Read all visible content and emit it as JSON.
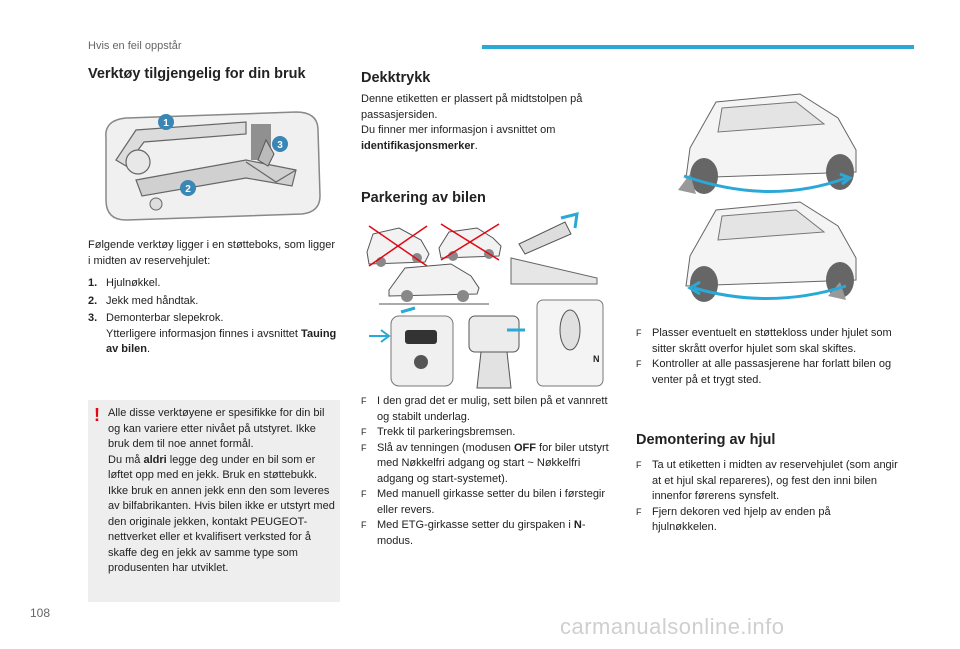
{
  "header": {
    "section_title": "Hvis en feil oppstår"
  },
  "left": {
    "title": "Verktøy tilgjengelig for din bruk",
    "callouts": [
      "1",
      "2",
      "3"
    ],
    "intro": "Følgende verktøy ligger i en støtteboks, som ligger i midten av reservehjulet:",
    "items": [
      {
        "num": "1.",
        "text": "Hjulnøkkel."
      },
      {
        "num": "2.",
        "text": "Jekk med håndtak."
      },
      {
        "num": "3.",
        "text": "Demonterbar slepekrok.",
        "more_prefix": "Ytterligere informasjon finnes i avsnittet ",
        "more_bold": "Tauing av bilen",
        "more_suffix": "."
      }
    ],
    "warning": {
      "icon": "exclamation-icon",
      "line1": "Alle disse verktøyene er spesifikke for din bil og kan variere etter nivået på utstyret. Ikke bruk dem til noe annet formål.",
      "line2_pre": "Du må ",
      "line2_bold": "aldri",
      "line2_post": " legge deg under en bil som er løftet opp med en jekk. Bruk en støttebukk.",
      "line3": "Ikke bruk en annen jekk enn den som leveres av bilfabrikanten. Hvis bilen ikke er utstyrt med den originale jekken, kontakt PEUGEOT-nettverket eller et kvalifisert verksted for å skaffe deg en jekk av samme type som produsenten har utviklet."
    }
  },
  "middle": {
    "title_pressure": "Dekktrykk",
    "pressure_text": "Denne etiketten er plassert på midtstolpen på passasjersiden.",
    "pressure_more": "Du finner mer informasjon i avsnittet om ",
    "pressure_bold": "identifikasjonsmerker",
    "pressure_end": ".",
    "title_parking": "Parkering av bilen",
    "gear_n": "N",
    "bullets": [
      {
        "pre": "I den grad det er mulig, sett bilen på et vannrett og stabilt underlag.",
        "bold": "",
        "post": ""
      },
      {
        "pre": "Trekk til parkeringsbremsen.",
        "bold": "",
        "post": ""
      },
      {
        "pre": "Slå av tenningen (modusen ",
        "bold": "OFF",
        "post": " for biler utstyrt med Nøkkelfri adgang og start ~ Nøkkelfri adgang og start-systemet)."
      },
      {
        "pre": "Med manuell girkasse setter du bilen i førstegir eller revers.",
        "bold": "",
        "post": ""
      },
      {
        "pre": "Med ETG-girkasse setter du girspaken i ",
        "bold": "N",
        "post": "-modus."
      }
    ]
  },
  "right": {
    "bullets": [
      "Plasser eventuelt en støttekloss under hjulet som sitter skrått overfor hjulet som skal skiftes.",
      "Kontroller at alle passasjerene har forlatt bilen og venter på et trygt sted."
    ],
    "title_remove": "Demontering av hjul",
    "remove_bullets": [
      "Ta ut etiketten i midten av reservehjulet (som angir at et hjul skal repareres), og fest den inni bilen innenfor førerens synsfelt.",
      "Fjern dekoren ved hjelp av enden på hjulnøkkelen."
    ]
  },
  "footer": {
    "page_number": "108",
    "watermark": "carmanualsonline.info"
  },
  "colors": {
    "accent": "#2aa9d8",
    "callout": "#3a86b5",
    "warning": "#e30613",
    "note_bg": "#eeeeee",
    "arrow": "#2aa9d8"
  },
  "bullet_glyph": "F"
}
